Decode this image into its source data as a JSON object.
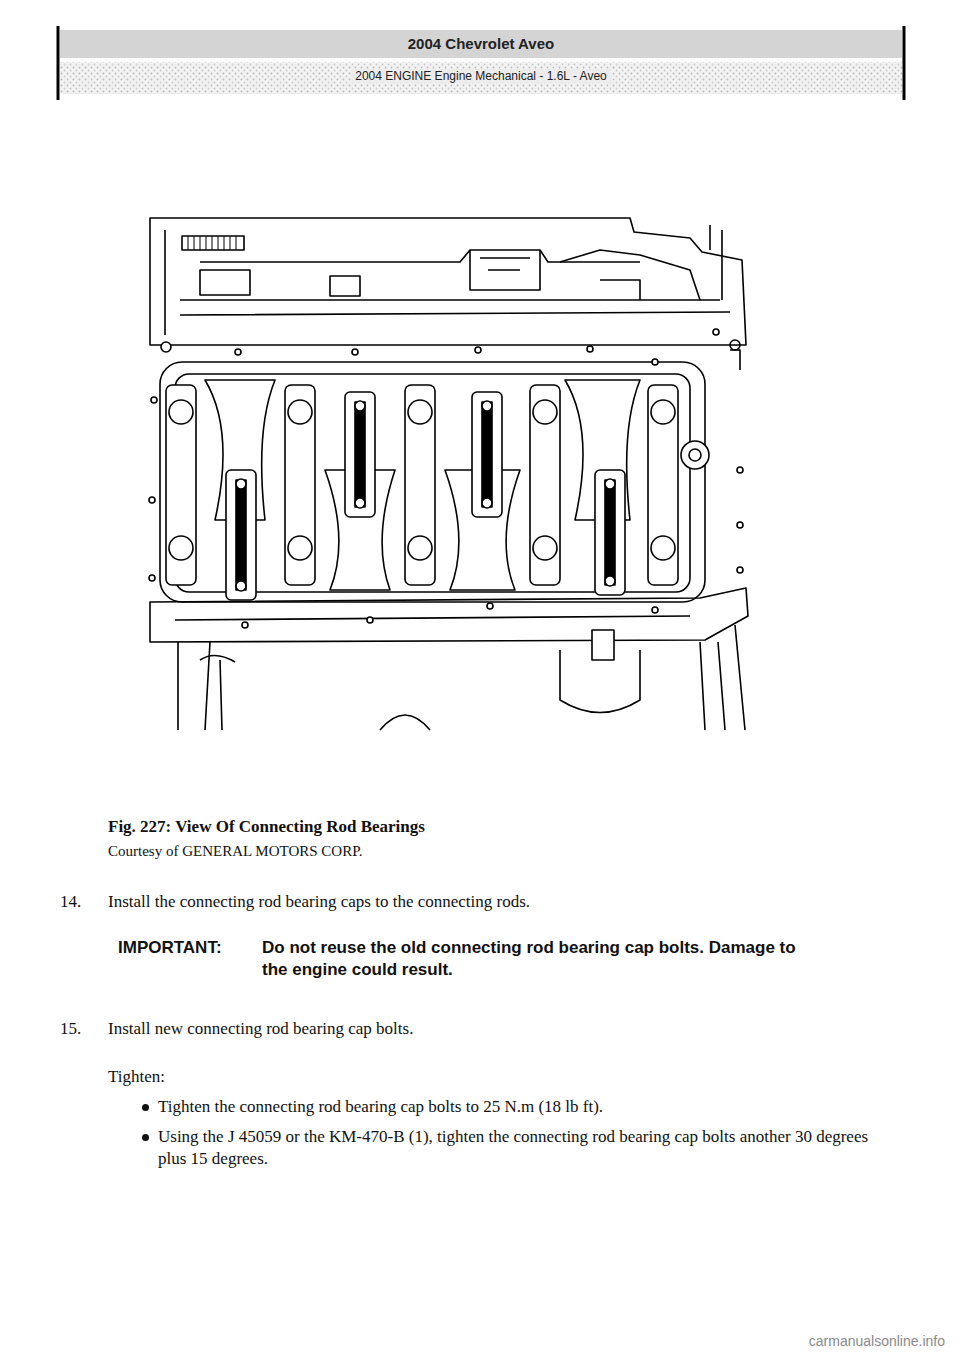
{
  "diagram": {
    "title": "2004 Chevrolet Aveo",
    "caption": "Fig. 227: View Of Connecting Rod Bearings",
    "labels": [
      "2004 ENGINE Engine Mechanical - 1.6L - Aveo",
      "Courtesy of GENERAL MOTORS CORP.",
      "14.",
      "Install the connecting rod bearing caps to the connecting rods.",
      "IMPORTANT:",
      "Do not reuse the old connecting rod bearing cap bolts. Damage to the engine could result.",
      "15.",
      "Install new connecting rod bearing cap bolts.",
      "Tighten:",
      "Tighten the connecting rod bearing cap bolts to 25 N.m (18 lb ft).",
      "Using the J 45059 or the KM-470-B (1), tighten the connecting rod bearing cap bolts another 30 degrees plus 15 degrees.",
      "carmanualsonline.info"
    ]
  }
}
